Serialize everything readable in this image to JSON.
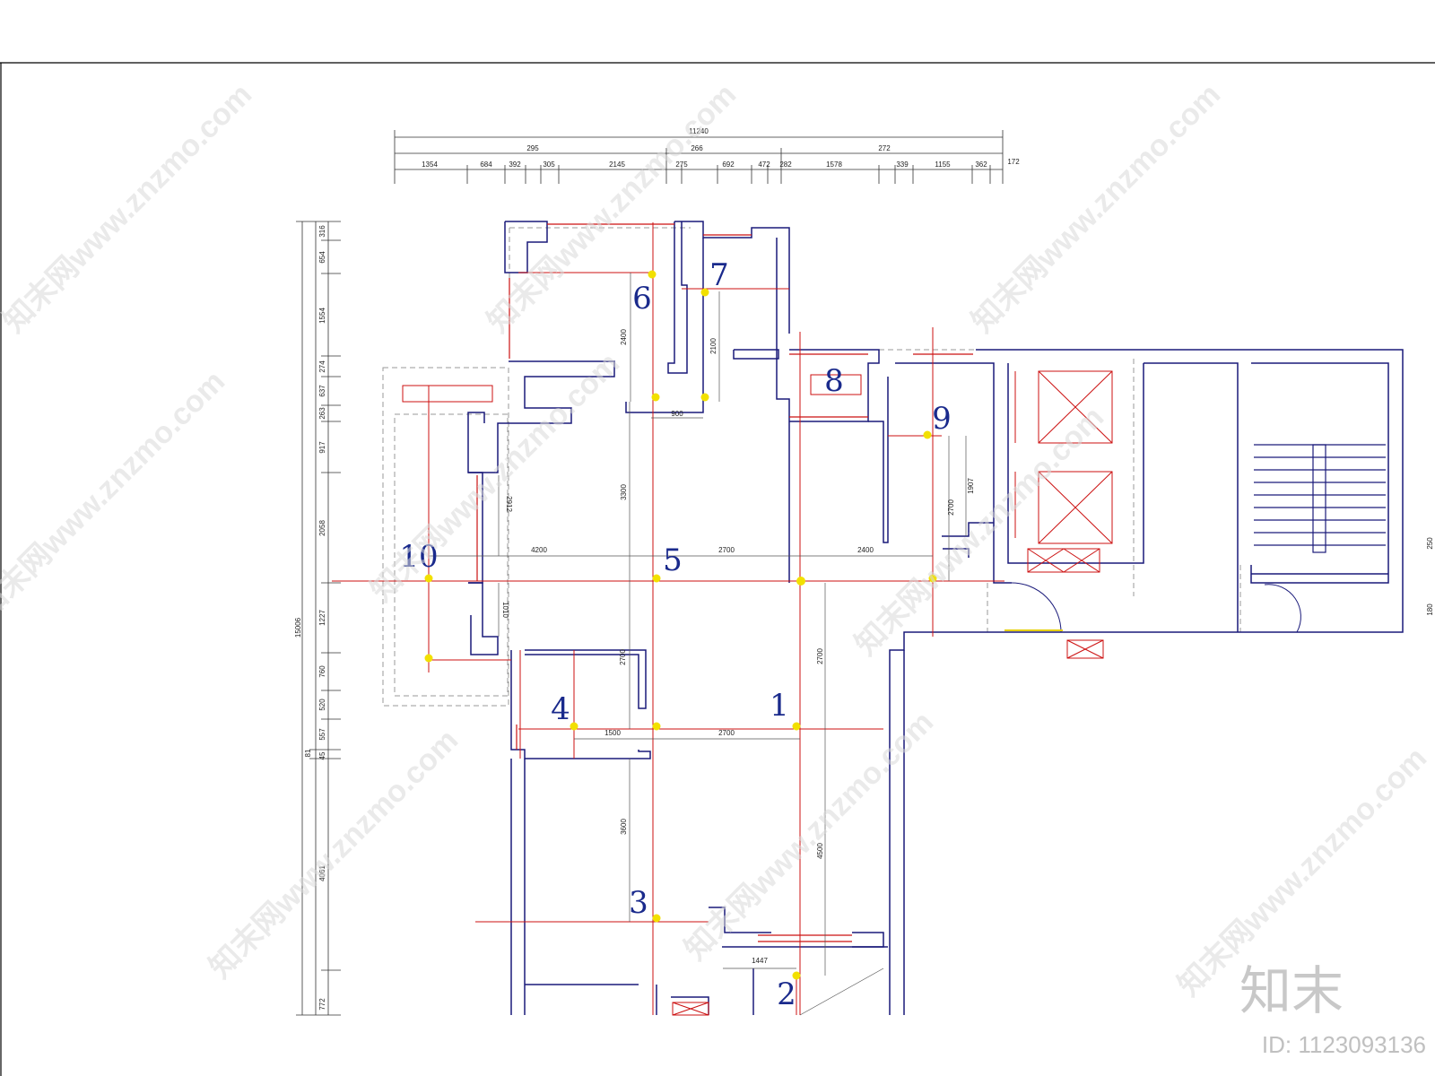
{
  "diagram": {
    "top_dimensions": {
      "overall": "11240",
      "group": [
        "295",
        "266",
        "272"
      ],
      "segments": [
        "1354",
        "684",
        "392",
        "305",
        "2145",
        "275",
        "692",
        "472",
        "282",
        "1578",
        "339",
        "1155",
        "362"
      ],
      "extra": "172"
    },
    "left_dimensions": {
      "overall": "15006",
      "group_small": "81",
      "segments": [
        "316",
        "654",
        "1554",
        "274",
        "637",
        "263",
        "917",
        "2058",
        "1227",
        "760",
        "520",
        "557",
        "45",
        "4061",
        "772"
      ]
    },
    "right_dimensions": [
      "250",
      "180"
    ],
    "interior_dimensions": [
      "2400",
      "2100",
      "900",
      "3300",
      "2912",
      "4200",
      "2700",
      "2400",
      "1907",
      "2700",
      "1010",
      "2700",
      "2700",
      "1500",
      "2700",
      "3600",
      "4500",
      "1447"
    ],
    "markers": [
      "1",
      "2",
      "3",
      "4",
      "5",
      "6",
      "7",
      "8",
      "9",
      "10"
    ]
  },
  "watermark": {
    "text": "知末网www.znzmo.com",
    "brand": "知末",
    "id_label": "ID: 1123093136"
  },
  "colors": {
    "wall": "#1a1a7a",
    "axis": "#cc1111",
    "dimension": "#333333",
    "marker": "#1a2a8c",
    "point": "#f2e000",
    "watermark": "#cccccc"
  }
}
